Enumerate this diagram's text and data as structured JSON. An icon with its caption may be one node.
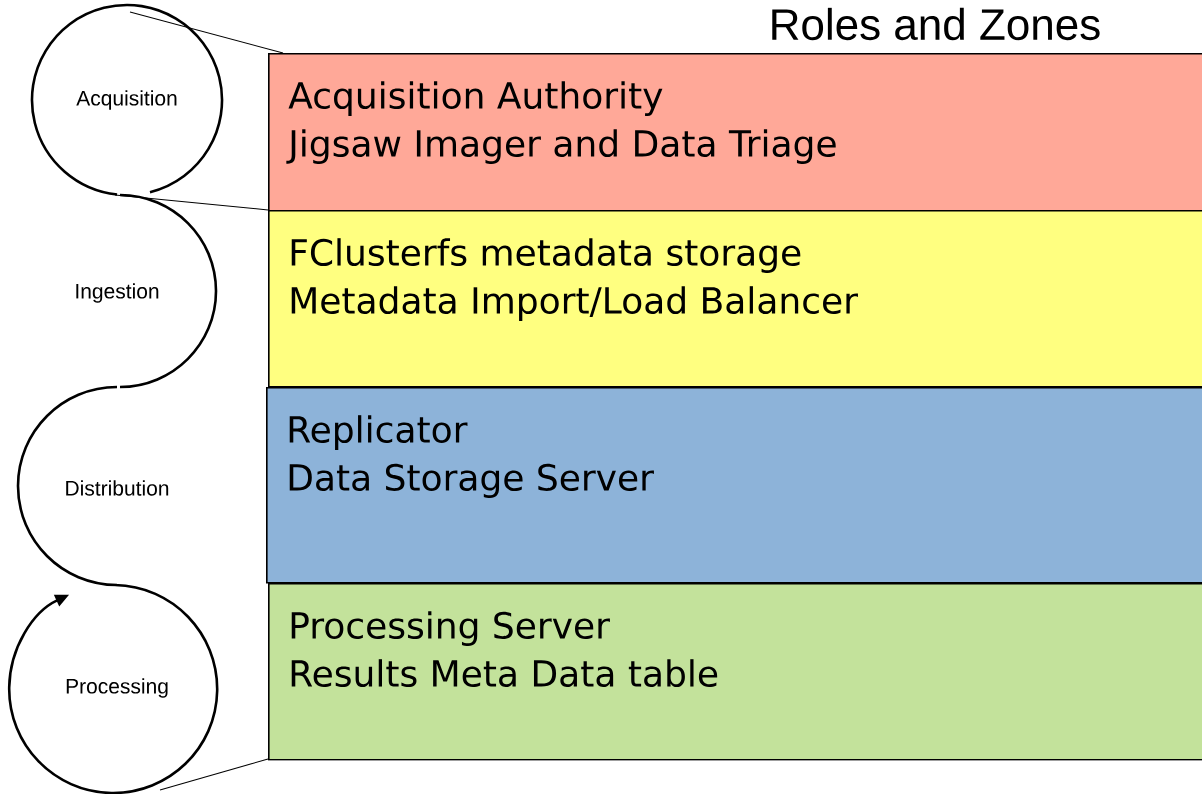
{
  "diagram": {
    "title": "Roles and Zones",
    "nodes": [
      {
        "text": [
          "Acquisition"
        ]
      },
      {
        "text": [
          "Ingestion"
        ]
      },
      {
        "text": [
          "Distribution"
        ]
      },
      {
        "text": [
          "Processing"
        ]
      },
      {
        "text": [
          "Acquisition Authority",
          "Jigsaw Imager and Data Triage"
        ]
      },
      {
        "text": [
          "FClusterfs metadata storage",
          "Metadata Import/Load Balancer"
        ]
      },
      {
        "text": [
          "Replicator",
          "Data Storage Server"
        ]
      },
      {
        "text": [
          "Processing Server",
          "Results Meta Data table"
        ]
      }
    ],
    "edges": []
  }
}
